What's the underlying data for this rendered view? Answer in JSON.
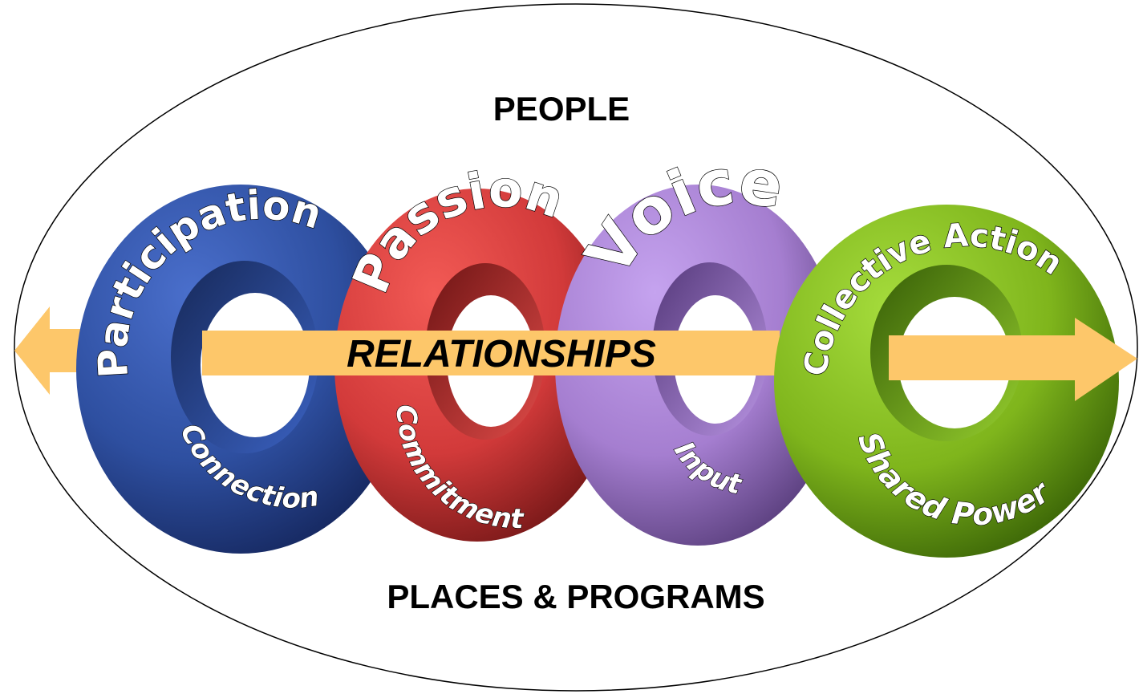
{
  "top_label": "PEOPLE",
  "bottom_label": "PLACES & PROGRAMS",
  "center_label": "RELATIONSHIPS",
  "rings": [
    {
      "title": "Participation",
      "subtitle": "Connection",
      "color": "#2e4fa0",
      "shade": "#1d3272",
      "icon": "blue-ring"
    },
    {
      "title": "Passion",
      "subtitle": "Commitment",
      "color": "#d83a3a",
      "shade": "#8e1e1e",
      "icon": "red-ring"
    },
    {
      "title": "Voice",
      "subtitle": "Input",
      "color": "#a57ed0",
      "shade": "#6e4f95",
      "icon": "purple-ring"
    },
    {
      "title": "Collective Action",
      "subtitle": "Shared Power",
      "color": "#7fb51c",
      "shade": "#4a7a0b",
      "icon": "green-ring"
    }
  ],
  "colors": {
    "arrow": "#fdc76a",
    "ellipse_stroke": "#000000"
  }
}
